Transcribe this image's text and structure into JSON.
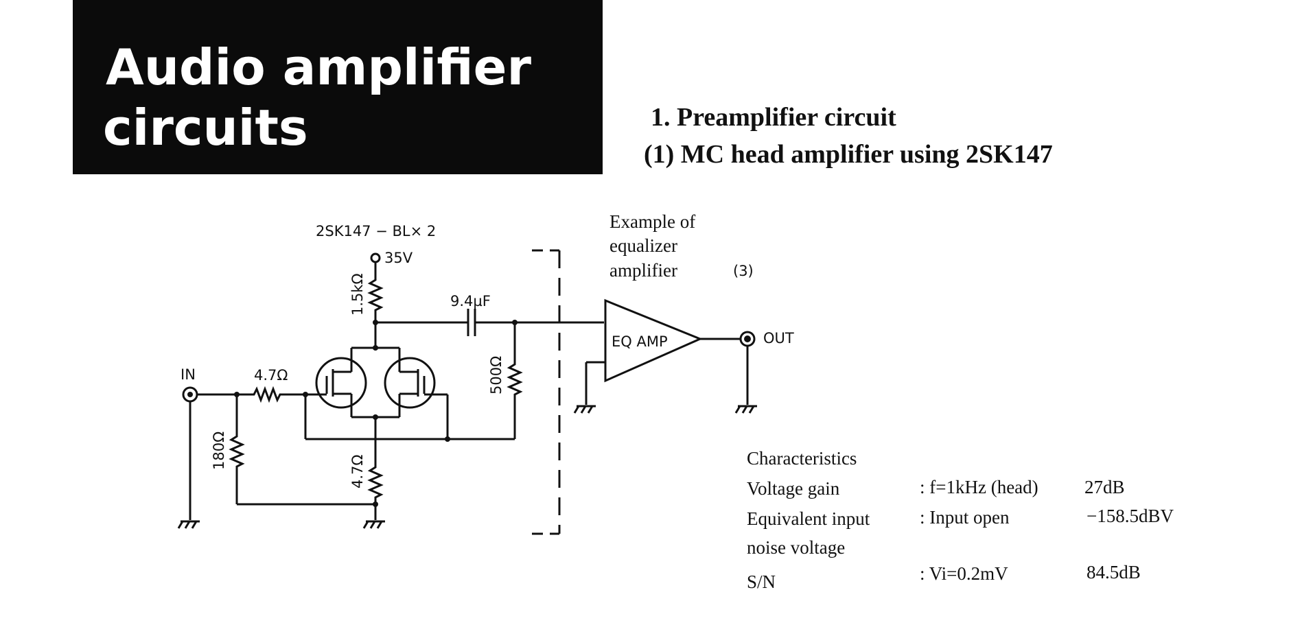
{
  "header": {
    "title_line1": "Audio amplifier",
    "title_line2": "circuits",
    "section": "1. Preamplifier circuit",
    "subsection": "(1) MC head amplifier using 2SK147"
  },
  "schematic": {
    "fet_label": "2SK147 − BL× 2",
    "supply": "35V",
    "r_drain": "1.5kΩ",
    "cap": "9.4µF",
    "r_out": "500Ω",
    "in_label": "IN",
    "r_in_series": "4.7Ω",
    "r_in_shunt": "180Ω",
    "r_source": "4.7Ω",
    "eq_note_line1": "Example of",
    "eq_note_line2": "equalizer",
    "eq_note_line3": "amplifier",
    "eq_ref": "(3)",
    "amp_label": "EQ AMP",
    "out_label": "OUT"
  },
  "characteristics": {
    "title": "Characteristics",
    "rows": [
      {
        "name": "Voltage gain",
        "cond": ": f=1kHz (head)",
        "value": "27dB"
      },
      {
        "name": "Equivalent input",
        "cond": ": Input open",
        "value": "−158.5dBV"
      },
      {
        "name": "noise voltage",
        "cond": "",
        "value": ""
      },
      {
        "name": "S/N",
        "cond": ": Vi=0.2mV",
        "value": "84.5dB"
      }
    ]
  }
}
